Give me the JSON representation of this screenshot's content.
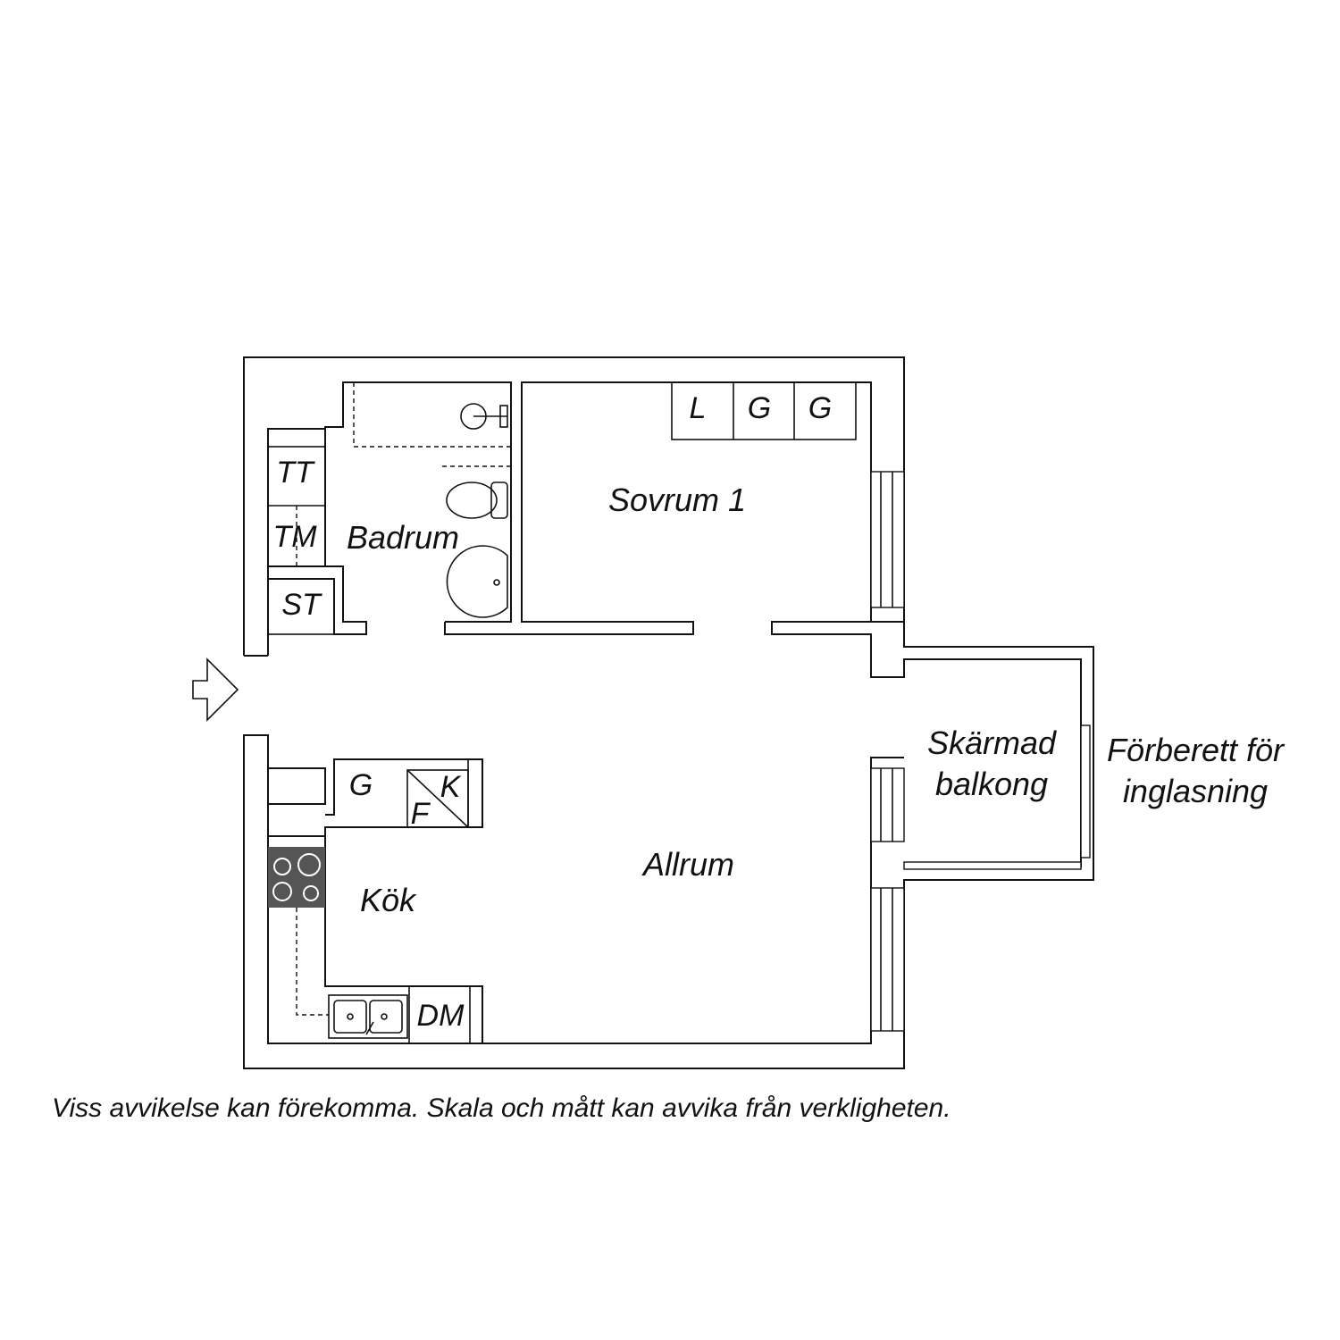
{
  "rooms": {
    "badrum": "Badrum",
    "sovrum": "Sovrum 1",
    "kok": "Kök",
    "allrum": "Allrum",
    "balkong_line1": "Skärmad",
    "balkong_line2": "balkong"
  },
  "fixtures": {
    "tt": "TT",
    "tm": "TM",
    "st": "ST",
    "wardrobe_l": "L",
    "wardrobe_g1": "G",
    "wardrobe_g2": "G",
    "kitchen_g": "G",
    "fridge_k": "K",
    "freezer_f": "F",
    "dishwasher": "DM"
  },
  "annotations": {
    "glazing_line1": "Förberett för",
    "glazing_line2": "inglasning"
  },
  "disclaimer": "Viss avvikelse kan förekomma. Skala och mått kan avvika från verkligheten.",
  "icons": [
    "entrance-arrow-icon",
    "shower-icon",
    "toilet-icon",
    "washbasin-icon",
    "stove-icon",
    "sink-icon"
  ]
}
